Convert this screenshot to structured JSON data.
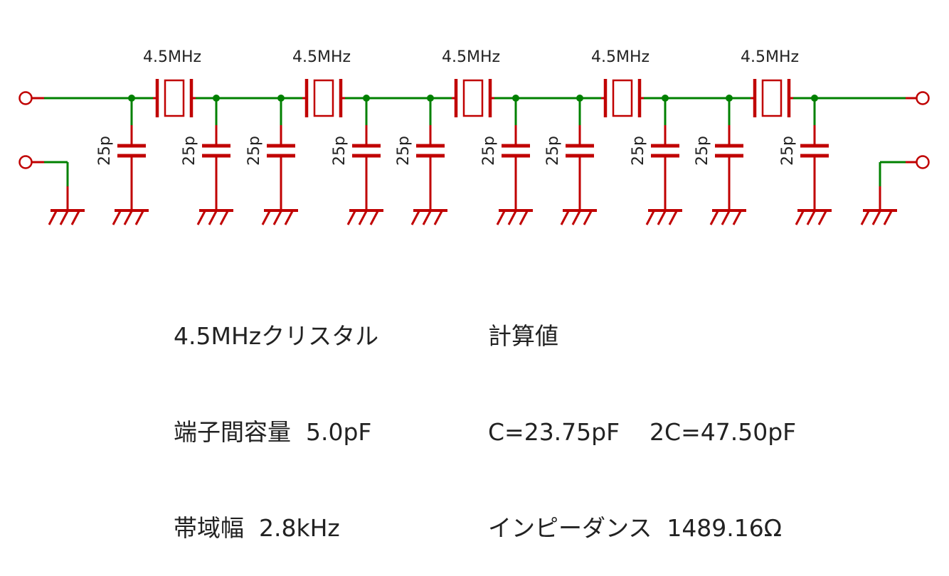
{
  "colors": {
    "wire": "#008000",
    "component": "#c00000",
    "text": "#222222"
  },
  "crystals": [
    {
      "label": "4.5MHz"
    },
    {
      "label": "4.5MHz"
    },
    {
      "label": "4.5MHz"
    },
    {
      "label": "4.5MHz"
    },
    {
      "label": "4.5MHz"
    }
  ],
  "capacitors": [
    {
      "label": "25p"
    },
    {
      "label": "25p"
    },
    {
      "label": "25p"
    },
    {
      "label": "25p"
    },
    {
      "label": "25p"
    },
    {
      "label": "25p"
    },
    {
      "label": "25p"
    },
    {
      "label": "25p"
    },
    {
      "label": "25p"
    },
    {
      "label": "25p"
    }
  ],
  "notes_left": {
    "line1": "4.5MHzクリスタル",
    "line2": "端子間容量  5.0pF",
    "line3": "帯域幅  2.8kHz"
  },
  "notes_right": {
    "line1": "計算値",
    "line2": "C=23.75pF    2C=47.50pF",
    "line3": "インピーダンス  1489.16Ω"
  }
}
